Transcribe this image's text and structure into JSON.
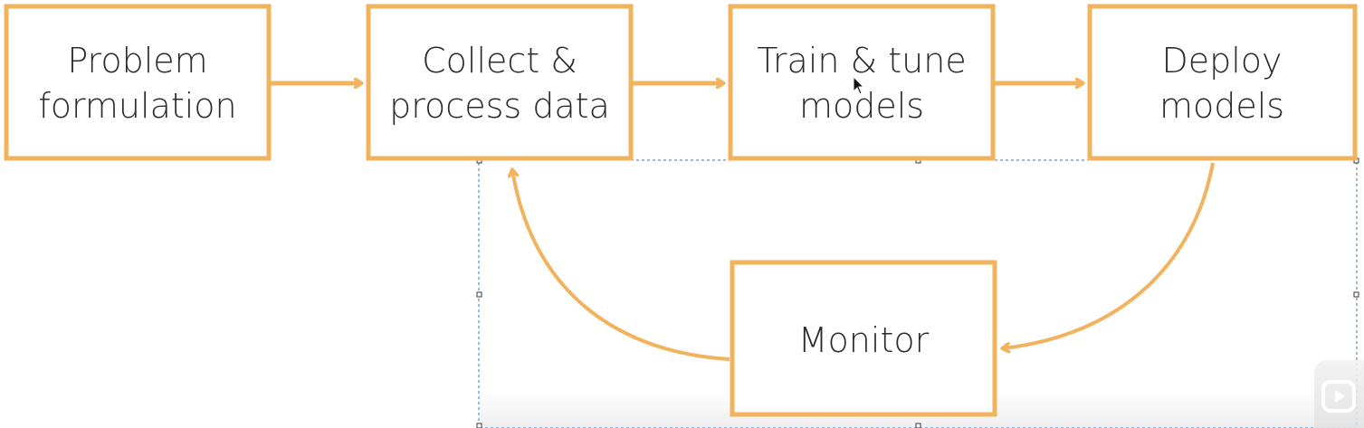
{
  "colors": {
    "accent": "#F2B35E",
    "text": "#2B2B2B",
    "selection": "#2D7BB6"
  },
  "nodes": {
    "problem": {
      "line1": "Problem",
      "line2": "formulation"
    },
    "collect": {
      "line1": "Collect &",
      "line2": "process data"
    },
    "train": {
      "line1": "Train & tune",
      "line2": "models"
    },
    "deploy": {
      "line1": "Deploy",
      "line2": "models"
    },
    "monitor": {
      "line1": "Monitor"
    }
  },
  "icons": {
    "cursor": "mouse-pointer-icon",
    "player": "video-play-icon"
  }
}
